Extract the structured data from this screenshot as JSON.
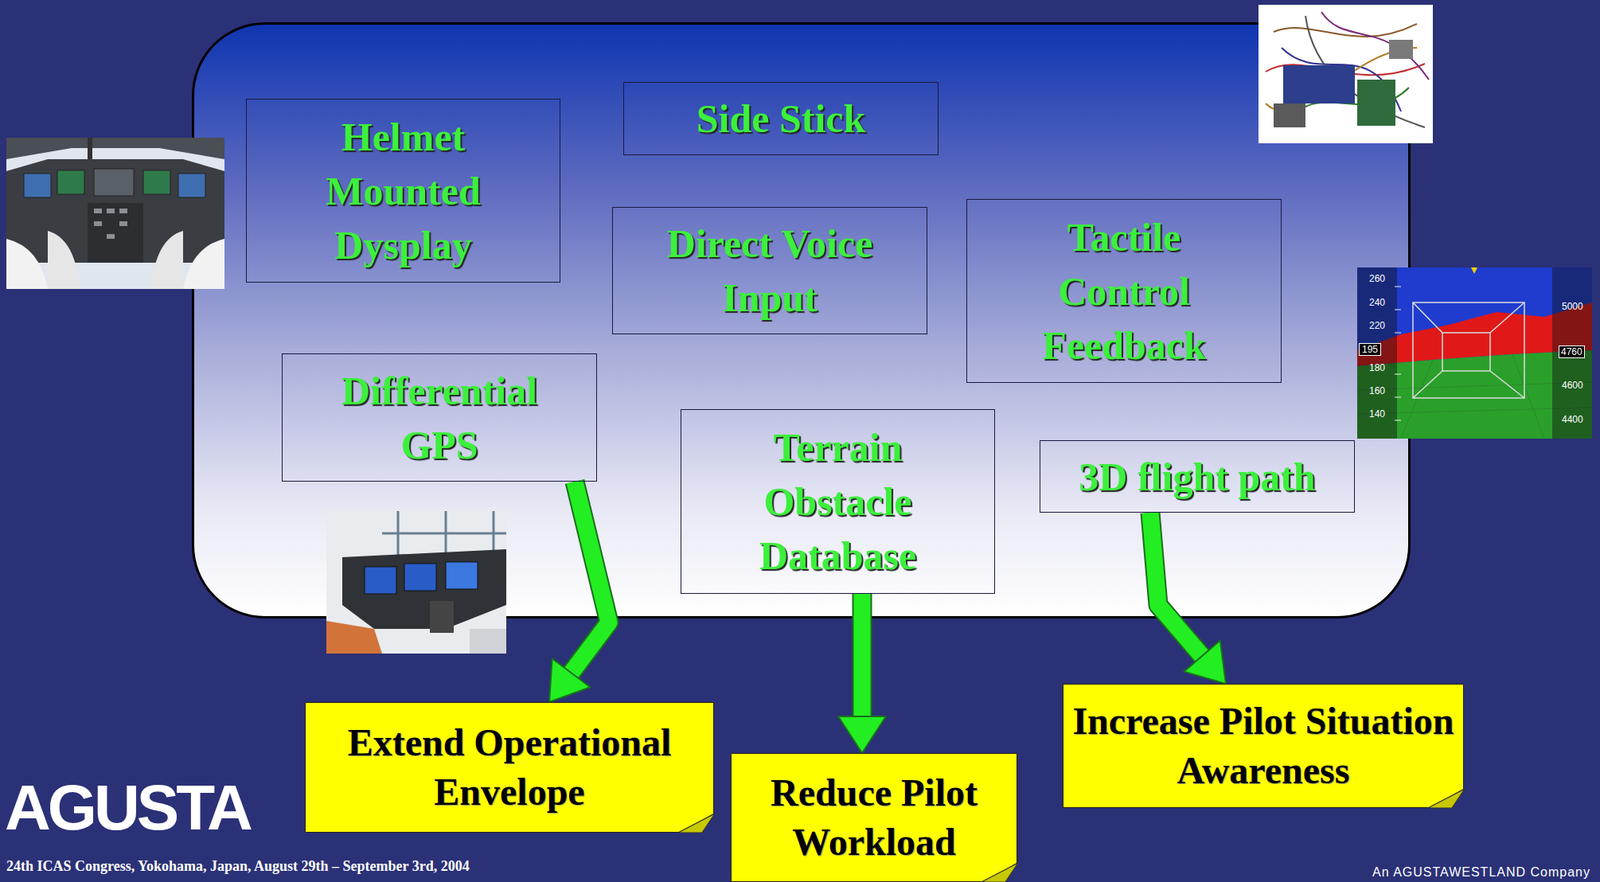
{
  "diagram": {
    "nodes": [
      {
        "text": [
          "Helmet Mounted Dysplay"
        ]
      },
      {
        "text": [
          "Side Stick"
        ]
      },
      {
        "text": [
          "Direct Voice Input"
        ]
      },
      {
        "text": [
          "Tactile Control Feedback"
        ]
      },
      {
        "text": [
          "Differential GPS"
        ]
      },
      {
        "text": [
          "Terrain Obstacle Database"
        ]
      },
      {
        "text": [
          "3D flight path"
        ]
      },
      {
        "text": [
          "Extend Operational Envelope"
        ]
      },
      {
        "text": [
          "Reduce Pilot Workload"
        ]
      },
      {
        "text": [
          "Increase Pilot Situation Awareness"
        ]
      }
    ],
    "edges": [
      {
        "from": 4,
        "to": 7,
        "arrow": "to"
      },
      {
        "from": 5,
        "to": 8,
        "arrow": "to"
      },
      {
        "from": 6,
        "to": 9,
        "arrow": "to"
      }
    ],
    "labels": [
      "AGUSTA",
      "24th ICAS Congress, Yokohama, Japan, August 29th – September 3rd, 2004",
      "An AGUSTAWESTLAND Company",
      "260",
      "240",
      "220",
      "195",
      "180",
      "160",
      "140",
      "5000",
      "4760",
      "4600",
      "4400"
    ]
  }
}
